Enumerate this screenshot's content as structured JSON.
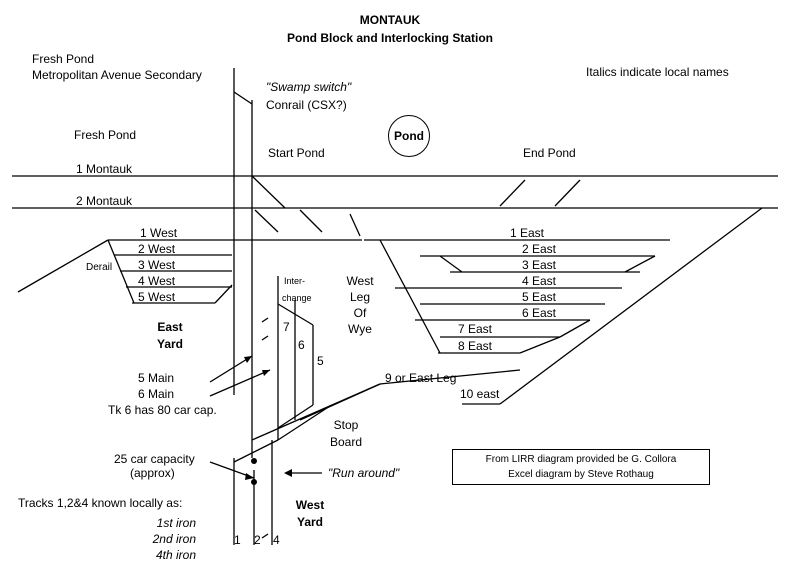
{
  "title": "MONTAUK",
  "subtitle": "Pond Block and Interlocking Station",
  "legend_note": "Italics indicate local names",
  "labels": {
    "fresh_pond_top": "Fresh Pond",
    "metropolitan": "Metropolitan Avenue Secondary",
    "swamp_switch": "\"Swamp switch\"",
    "conrail": "Conrail (CSX?)",
    "fresh_pond": "Fresh Pond",
    "start_pond": "Start Pond",
    "end_pond": "End Pond",
    "pond": "Pond",
    "montauk_1": "1 Montauk",
    "montauk_2": "2 Montauk",
    "derail": "Derail",
    "interchange_1": "Inter-",
    "interchange_2": "change",
    "west_leg_1": "West",
    "west_leg_2": "Leg",
    "west_leg_3": "Of",
    "west_leg_4": "Wye",
    "east_yard_1": "East",
    "east_yard_2": "Yard",
    "main_5": "5 Main",
    "main_6": "6 Main",
    "tk6_capacity": "Tk 6 has 80 car cap.",
    "east_leg": "9 or East Leg",
    "east_10": "10 east",
    "stop_board_1": "Stop",
    "stop_board_2": "Board",
    "cap_25_1": "25 car capacity",
    "cap_25_2": "(approx)",
    "run_around": "\"Run around\"",
    "west_yard_1": "West",
    "west_yard_2": "Yard",
    "known_locally": "Tracks 1,2&4 known locally as:",
    "iron_1": "1st iron",
    "iron_2": "2nd iron",
    "iron_4": "4th iron",
    "trk_1": "1",
    "trk_2": "2",
    "trk_4": "4",
    "trk_7": "7",
    "trk_6": "6",
    "trk_5": "5"
  },
  "west_tracks": [
    "1 West",
    "2 West",
    "3 West",
    "4 West",
    "5 West"
  ],
  "east_tracks": [
    "1 East",
    "2 East",
    "3 East",
    "4 East",
    "5 East",
    "6 East",
    "7 East",
    "8 East"
  ],
  "credits": {
    "line1": "From LIRR diagram provided be G. Collora",
    "line2": "Excel diagram by Steve Rothaug"
  }
}
